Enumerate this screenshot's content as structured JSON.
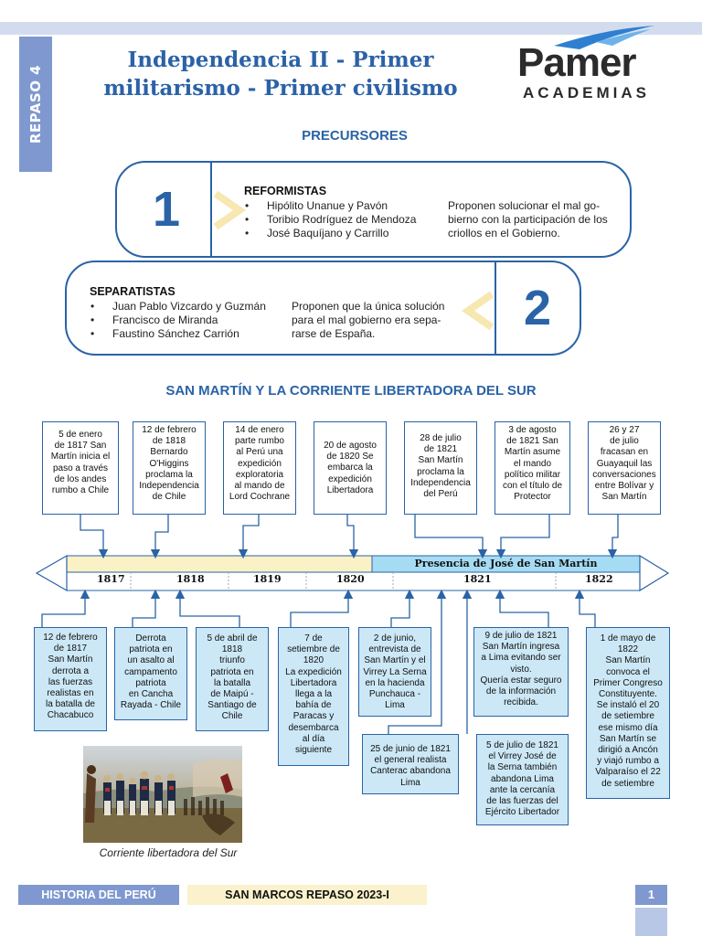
{
  "header": {
    "side_tab": "REPASO 4",
    "title_line1": "Independencia II - Primer",
    "title_line2": "militarismo - Primer civilismo",
    "logo_name": "Pamer",
    "logo_sub": "ACADEMIAS"
  },
  "precursores": {
    "title": "PRECURSORES",
    "reformistas": {
      "number": "1",
      "heading": "REFORMISTAS",
      "items": [
        "Hipólito Unanue y Pavón",
        "Toribio Rodríguez de Mendoza",
        "José Baquíjano y Carrillo"
      ],
      "desc_lines": [
        "Proponen solucionar el mal go-",
        "bierno con la participación de los",
        "criollos en el Gobierno."
      ]
    },
    "separatistas": {
      "number": "2",
      "heading": "SEPARATISTAS",
      "items": [
        "Juan Pablo Vizcardo y Guzmán",
        "Francisco de Miranda",
        "Faustino Sánchez Carrión"
      ],
      "desc_lines": [
        "Proponen que la única solución",
        "para el mal gobierno era sepa-",
        "rarse de España."
      ]
    }
  },
  "sanmartin": {
    "title": "SAN MARTÍN Y LA CORRIENTE LIBERTADORA DEL SUR",
    "presence": "Presencia de José de San Martín",
    "years": [
      "1817",
      "1818",
      "1819",
      "1820",
      "1821",
      "1822"
    ],
    "top_events": [
      [
        "5 de enero",
        "de 1817 San",
        "Martín inicia el",
        "paso a través",
        "de los andes",
        "rumbo a Chile"
      ],
      [
        "12 de febrero",
        "de 1818",
        "Bernardo",
        "O'Higgins",
        "proclama la",
        "Independencia",
        "de Chile"
      ],
      [
        "14 de enero",
        "parte rumbo",
        "al Perú una",
        "expedición",
        "exploratoria",
        "al mando de",
        "Lord Cochrane"
      ],
      [
        "20 de agosto",
        "de 1820 Se",
        "embarca la",
        "expedición",
        "Libertadora"
      ],
      [
        "28 de julio",
        "de 1821",
        "San Martín",
        "proclama la",
        "Independencia",
        "del Perú"
      ],
      [
        "3 de agosto",
        "de 1821 San",
        "Martín asume",
        "el mando",
        "político militar",
        "con el título de",
        "Protector"
      ],
      [
        "26 y 27",
        "de julio",
        "fracasan en",
        "Guayaquil las",
        "conversaciones",
        "entre Bolívar y",
        "San Martín"
      ]
    ],
    "bottom_events": [
      [
        "12 de febrero",
        "de 1817",
        "San Martín",
        "derrota a",
        "las fuerzas",
        "realistas en",
        "la batalla de",
        "Chacabuco"
      ],
      [
        "Derrota",
        "patriota en",
        "un asalto al",
        "campamento",
        "patriota",
        "en Cancha",
        "Rayada - Chile"
      ],
      [
        "5 de abril de",
        "1818",
        "triunfo",
        "patriota en",
        "la batalla",
        "de Maipú -",
        "Santiago de",
        "Chile"
      ],
      [
        "7 de",
        "setiembre de",
        "1820",
        "La expedición",
        "Libertadora",
        "llega a la",
        "bahía de",
        "Paracas y",
        "desembarca",
        "al día",
        "siguiente"
      ],
      [
        "2 de junio,",
        "entrevista de",
        "San Martín y el",
        "Virrey La Serna",
        "en la hacienda",
        "Punchauca -",
        "Lima"
      ],
      [
        "25 de junio de 1821",
        "el general realista",
        "Canterac abandona",
        "Lima"
      ],
      [
        "9 de julio de 1821",
        "San Martín ingresa",
        "a Lima evitando ser",
        "visto.",
        "Quería estar seguro",
        "de la información",
        "recibida."
      ],
      [
        "5 de julio de 1821",
        "el Virrey José de",
        "la Serna también",
        "abandona Lima",
        "ante la cercanía",
        "de las fuerzas del",
        "Ejército Libertador"
      ],
      [
        "1 de mayo de",
        "1822",
        "San Martín",
        "convoca el",
        "Primer Congreso",
        "Constituyente.",
        "Se instaló el 20",
        "de setiembre",
        "ese mismo día",
        "San Martín se",
        "dirigió a Ancón",
        "y viajó rumbo a",
        "Valparaíso el 22",
        "de setiembre"
      ]
    ],
    "caption": "Corriente libertadora del Sur"
  },
  "footer": {
    "left": "HISTORIA DEL PERÚ",
    "middle": "SAN MARCOS REPASO 2023-I",
    "page": "1"
  },
  "colors": {
    "accent_blue": "#2a63a6",
    "tab_blue": "#7f98cf",
    "light_blue_box": "#cce8f6",
    "timeline_yellow": "#fbf1c7",
    "timeline_blue": "#a6dcf3",
    "chevron_yellow": "#f7e7b0"
  }
}
